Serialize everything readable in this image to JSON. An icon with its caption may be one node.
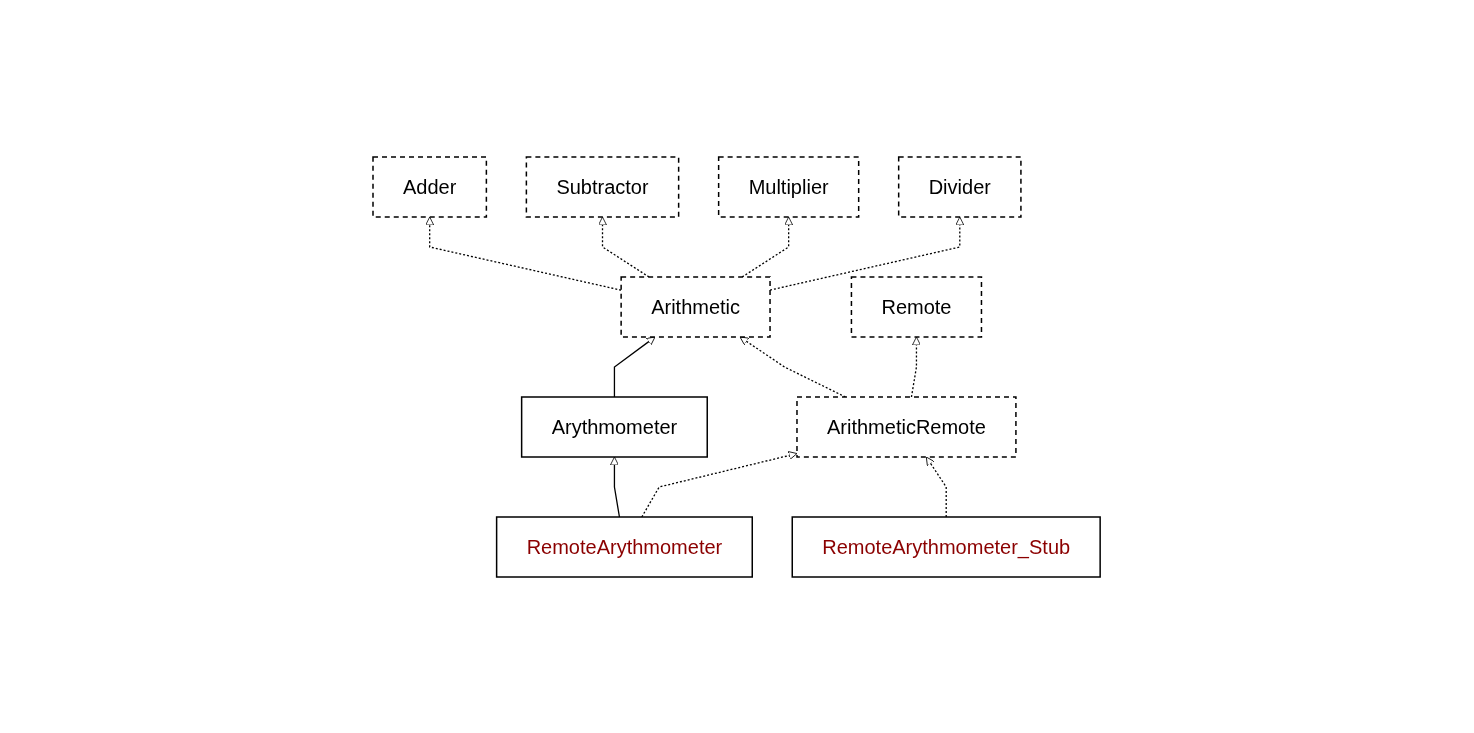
{
  "diagram": {
    "nodes": [
      {
        "text": [
          "Adder"
        ]
      },
      {
        "text": [
          "Subtractor"
        ]
      },
      {
        "text": [
          "Multiplier"
        ]
      },
      {
        "text": [
          "Divider"
        ]
      },
      {
        "text": [
          "Arithmetic"
        ]
      },
      {
        "text": [
          "Remote"
        ]
      },
      {
        "text": [
          "Arythmometer"
        ]
      },
      {
        "text": [
          "ArithmeticRemote"
        ]
      },
      {
        "text": [
          "RemoteArythmometer"
        ]
      },
      {
        "text": [
          "RemoteArythmometer_Stub"
        ]
      }
    ],
    "edges": [
      {
        "from": 4,
        "to": 0,
        "arrow": "to",
        "style": "dashed"
      },
      {
        "from": 4,
        "to": 1,
        "arrow": "to",
        "style": "dashed"
      },
      {
        "from": 4,
        "to": 2,
        "arrow": "to",
        "style": "dashed"
      },
      {
        "from": 4,
        "to": 3,
        "arrow": "to",
        "style": "dashed"
      },
      {
        "from": 6,
        "to": 4,
        "arrow": "to"
      },
      {
        "from": 7,
        "to": 4,
        "arrow": "to",
        "style": "dashed"
      },
      {
        "from": 7,
        "to": 5,
        "arrow": "to",
        "style": "dashed"
      },
      {
        "from": 8,
        "to": 6,
        "arrow": "to"
      },
      {
        "from": 8,
        "to": 7,
        "arrow": "to",
        "style": "dashed"
      },
      {
        "from": 9,
        "to": 7,
        "arrow": "to",
        "style": "dashed"
      }
    ]
  }
}
